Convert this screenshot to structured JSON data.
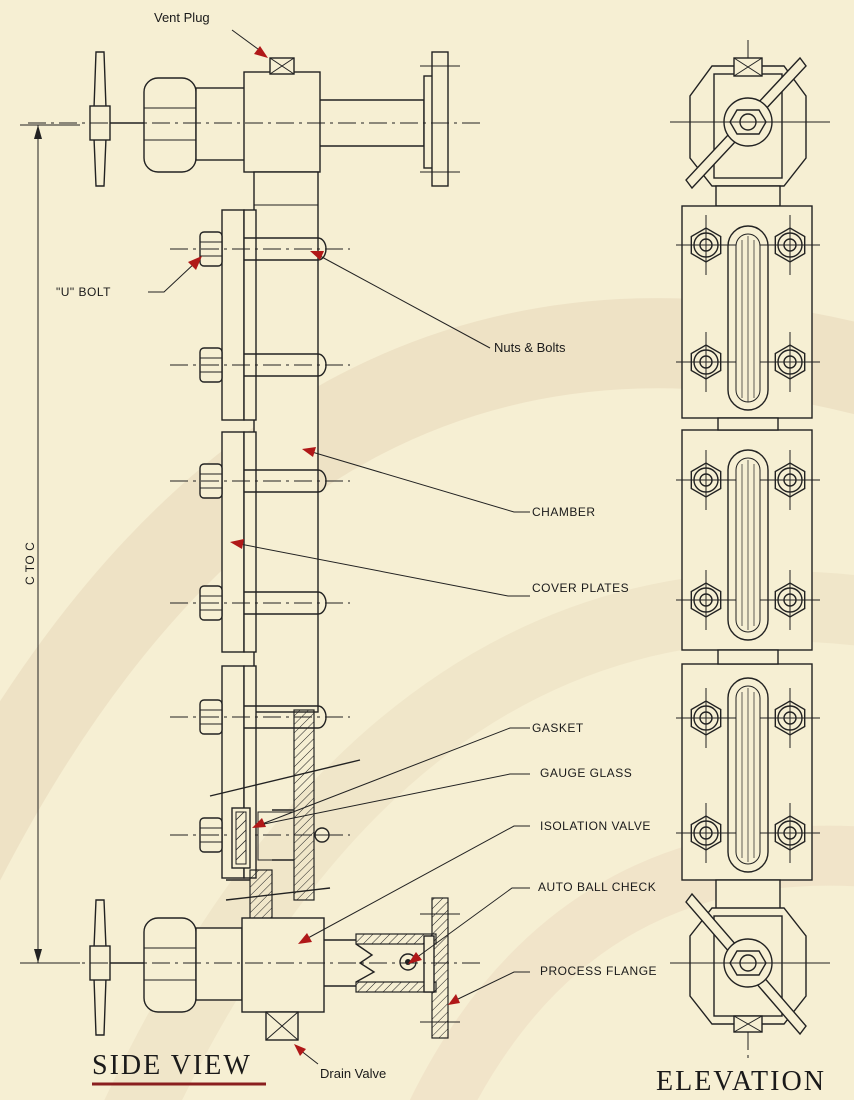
{
  "labels": {
    "vent_plug": "Vent Plug",
    "u_bolt": "\"U\" BOLT",
    "nuts_bolts": "Nuts & Bolts",
    "chamber": "CHAMBER",
    "cover_plates": "COVER PLATES",
    "gasket": "GASKET",
    "gauge_glass": "GAUGE GLASS",
    "isolation_valve": "ISOLATION VALVE",
    "auto_ball_check": "AUTO BALL CHECK",
    "process_flange": "PROCESS FLANGE",
    "drain_valve": "Drain Valve",
    "c_to_c": "C TO C"
  },
  "titles": {
    "side_view": "SIDE VIEW",
    "elevation": "ELEVATION"
  },
  "colors": {
    "background": "#f6efd3",
    "watermark": "#e9dcc0",
    "ink": "#222222",
    "arrow": "#b01818",
    "underline": "#8a1f1f"
  }
}
